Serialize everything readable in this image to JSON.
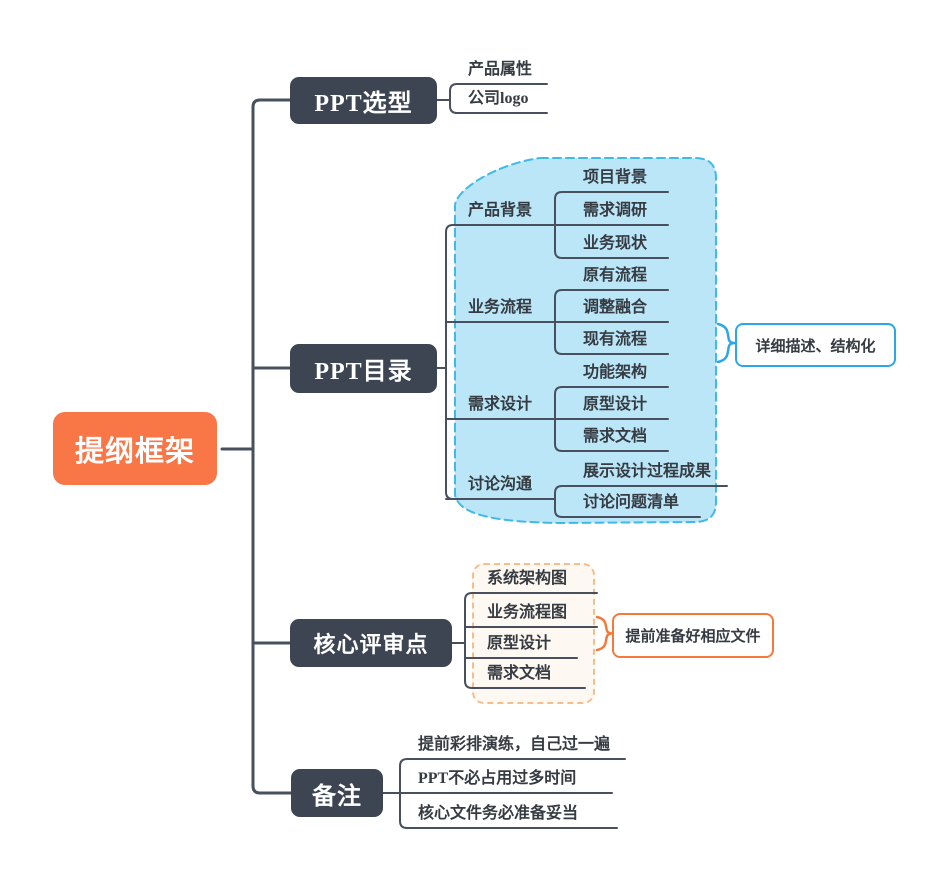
{
  "root": {
    "label": "提纲框架"
  },
  "branches": {
    "ppt_type": {
      "label": "PPT选型",
      "children": [
        "产品属性",
        "公司logo"
      ]
    },
    "ppt_toc": {
      "label": "PPT目录",
      "groups": [
        {
          "label": "产品背景",
          "children": [
            "项目背景",
            "需求调研",
            "业务现状"
          ]
        },
        {
          "label": "业务流程",
          "children": [
            "原有流程",
            "调整融合",
            "现有流程"
          ]
        },
        {
          "label": "需求设计",
          "children": [
            "功能架构",
            "原型设计",
            "需求文档"
          ]
        },
        {
          "label": "讨论沟通",
          "children": [
            "展示设计过程成果",
            "讨论问题清单"
          ]
        }
      ],
      "callout": "详细描述、结构化"
    },
    "review": {
      "label": "核心评审点",
      "children": [
        "系统架构图",
        "业务流程图",
        "原型设计",
        "需求文档"
      ],
      "callout": "提前准备好相应文件"
    },
    "notes": {
      "label": "备注",
      "children": [
        "提前彩排演练，自己过一遍",
        "PPT不必占用过多时间",
        "核心文件务必准备妥当"
      ]
    }
  },
  "colors": {
    "root_fill": "#F97647",
    "topic_fill": "#3D4552",
    "line": "#47505C",
    "cyan_region_fill": "#BAE6F7",
    "cyan_region_border": "#3FB9E8",
    "blue_callout_border": "#2BA7E8",
    "cream_region_fill": "#FDF8F1",
    "cream_region_border": "#F7BE8B",
    "orange_callout_border": "#F4793B",
    "label_text": "#363B42"
  }
}
